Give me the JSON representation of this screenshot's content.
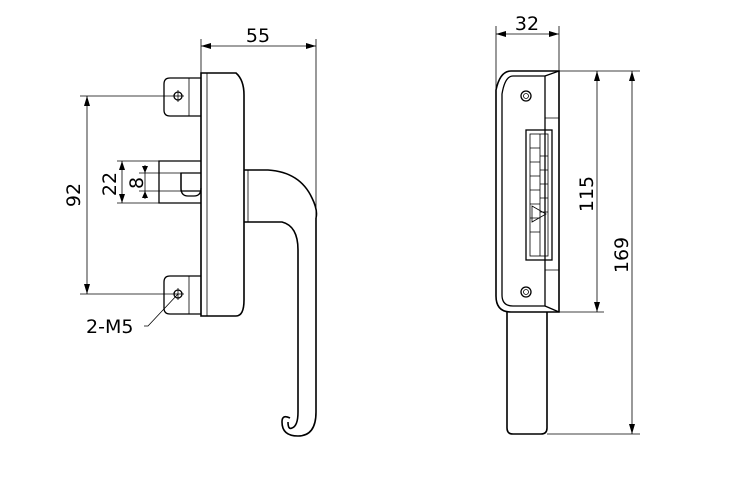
{
  "dimensions": {
    "front_width": "55",
    "hole_spacing": "92",
    "slot_length": "22",
    "slot_width": "8",
    "screw_spec": "2-M5",
    "side_width": "32",
    "body_height": "115",
    "total_height": "169"
  }
}
